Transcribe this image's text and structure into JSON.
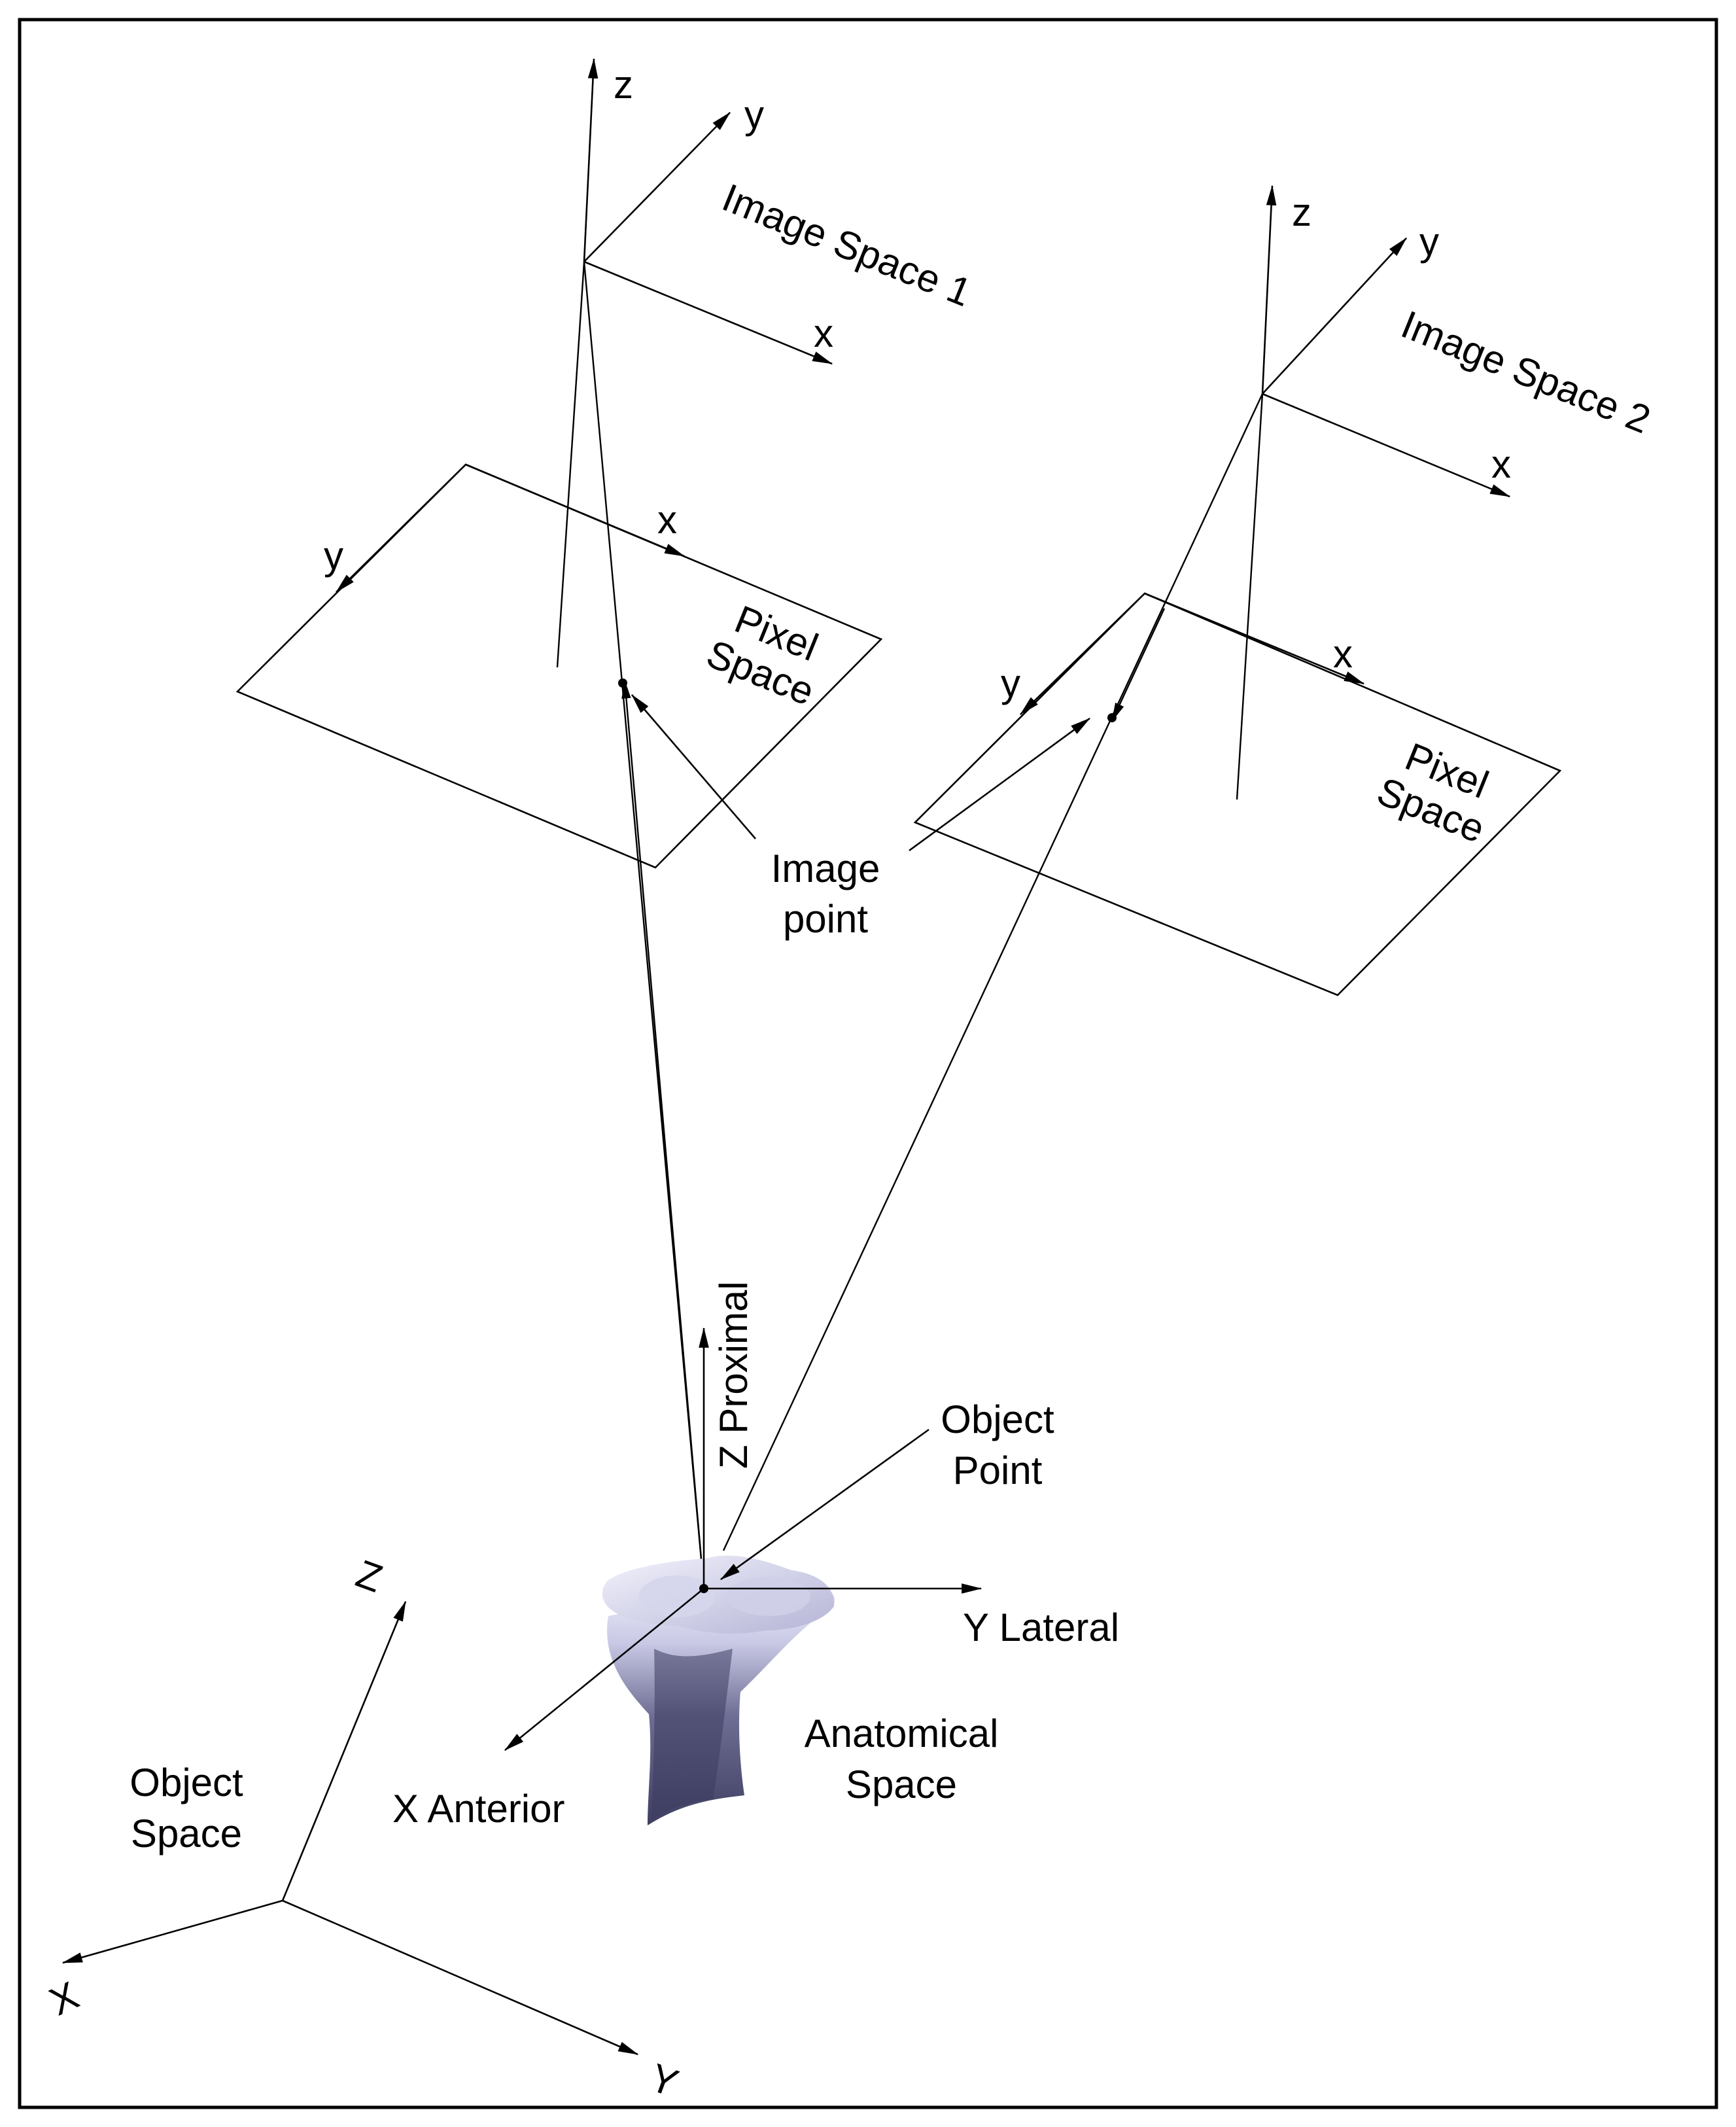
{
  "object_space": {
    "label_line1": "Object",
    "label_line2": "Space",
    "axes": {
      "x": "X",
      "y": "Y",
      "z": "Z"
    }
  },
  "anatomical_space": {
    "label_line1": "Anatomical",
    "label_line2": "Space",
    "axes": {
      "x": "X Anterior",
      "y": "Y Lateral",
      "z": "Z Proximal"
    }
  },
  "object_point": {
    "label_line1": "Object",
    "label_line2": "Point"
  },
  "image_space_1": {
    "label": "Image Space 1",
    "axes": {
      "x": "x",
      "y": "y",
      "z": "z"
    }
  },
  "image_space_2": {
    "label": "Image Space 2",
    "axes": {
      "x": "x",
      "y": "y",
      "z": "z"
    }
  },
  "pixel_space_1": {
    "label_line1": "Pixel",
    "label_line2": "Space",
    "axes": {
      "x": "x",
      "y": "y"
    }
  },
  "pixel_space_2": {
    "label_line1": "Pixel",
    "label_line2": "Space",
    "axes": {
      "x": "x",
      "y": "y"
    }
  },
  "image_point": {
    "label_line1": "Image",
    "label_line2": "point"
  },
  "colors": {
    "line": "#000000",
    "bone_light": "#e6e6f6",
    "bone_mid": "#b7b7d8",
    "bone_dark": "#4c4c70"
  }
}
